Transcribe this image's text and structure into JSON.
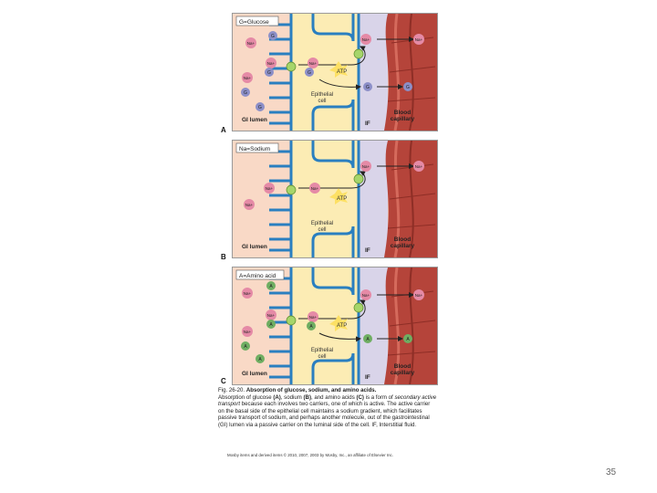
{
  "panels": [
    {
      "letter": "A",
      "legend": "G=Glucose",
      "lumen_label": "GI lumen",
      "cell_label_1": "Epithelial",
      "cell_label_2": "cell",
      "if_label": "IF",
      "capillary_label_1": "Blood",
      "capillary_label_2": "capillary",
      "atp_label": "ATP",
      "ion_label": "Na+",
      "solute_label": "G"
    },
    {
      "letter": "B",
      "legend": "Na=Sodium",
      "lumen_label": "GI lumen",
      "cell_label_1": "Epithelial",
      "cell_label_2": "cell",
      "if_label": "IF",
      "capillary_label_1": "Blood",
      "capillary_label_2": "capillary",
      "atp_label": "ATP",
      "ion_label": "Na+",
      "solute_label": ""
    },
    {
      "letter": "C",
      "legend": "A=Amino acid",
      "lumen_label": "GI lumen",
      "cell_label_1": "Epithelial",
      "cell_label_2": "cell",
      "if_label": "IF",
      "capillary_label_1": "Blood",
      "capillary_label_2": "capillary",
      "atp_label": "ATP",
      "ion_label": "Na+",
      "solute_label": "A"
    }
  ],
  "caption": {
    "fig": "Fig. 26-20.",
    "title": "Absorption of glucose, sodium, and amino acids.",
    "p1": "Absorption of glucose",
    "p1a": "(A)",
    "p2": ", sodium",
    "p2b": "(B)",
    "p3": ", and amino acids",
    "p3c": "(C)",
    "p4": " is a form of",
    "italic": "secondary active transport",
    "p5": " because each involves two carriers, one of which is active. The active carrier on the basal side of the epithelial cell maintains a sodium gradient, which facilitates passive transport of sodium, and perhaps another molecule, out of the gastrointestinal (GI) lumen via a passive carrier on the luminal side of the cell. IF, Interstitial fluid."
  },
  "credit": "Mosby items and derived items © 2010, 2007, 2003 by Mosby, Inc., an affiliate of Elsevier Inc.",
  "page_number": "35",
  "colors": {
    "lumen": "#f9d9c6",
    "cell": "#fcecb4",
    "membrane": "#2a7fc0",
    "interstitial": "#d9d4e9",
    "capillary": "#b5443a",
    "sodium": "#e58aa6",
    "glucose": "#8c8fc8",
    "amino": "#6fae62",
    "carrier": "#a6d56a"
  }
}
